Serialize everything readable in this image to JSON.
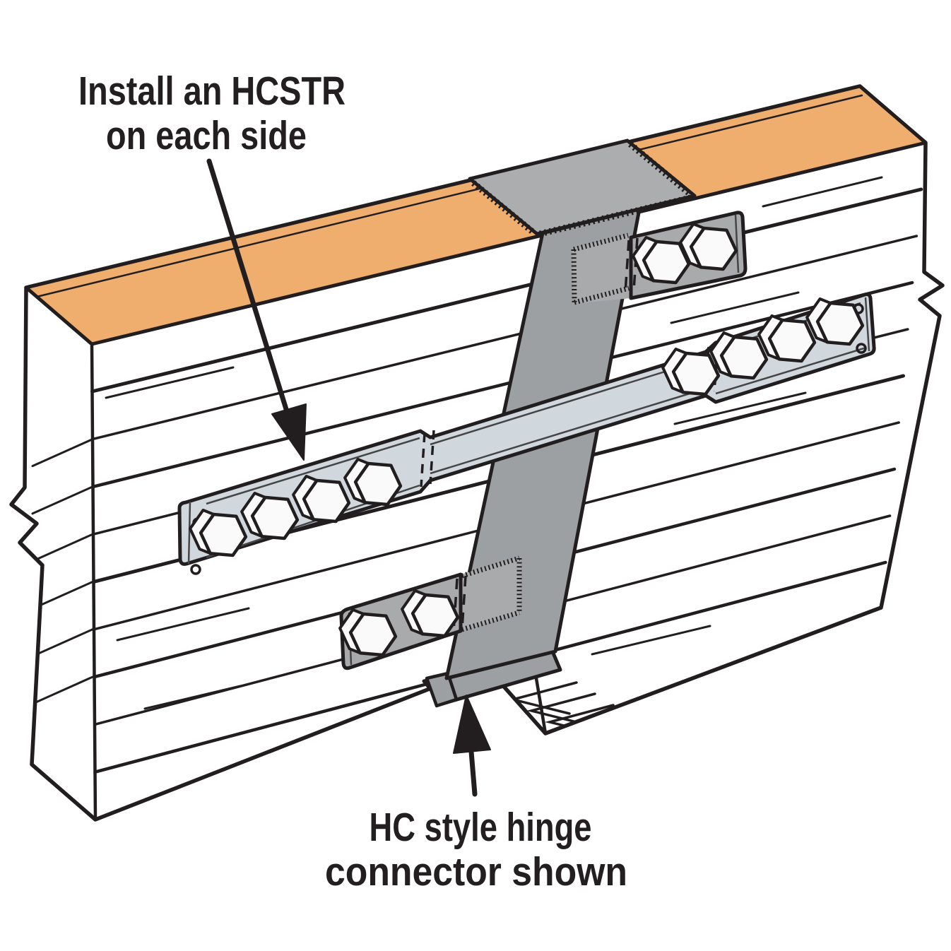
{
  "diagram": {
    "labels": {
      "top": {
        "line1": "Install an HCSTR",
        "line2": "on each side"
      },
      "bottom": {
        "line1": "HC style hinge",
        "line2": "connector shown"
      }
    },
    "colors": {
      "background": "#FFFFFF",
      "wood": "#ECA45E",
      "wood_top": "#EFAE6E",
      "outline": "#221E1F",
      "hinge": "#9DA0A2",
      "saddle": "#ABADAF",
      "strap_small": "#A8AAAC",
      "strap_hcstr": "#D0D8DE",
      "strap_inner": "#454545",
      "bolt": "#FAFAFA",
      "text": "#231F20"
    }
  }
}
